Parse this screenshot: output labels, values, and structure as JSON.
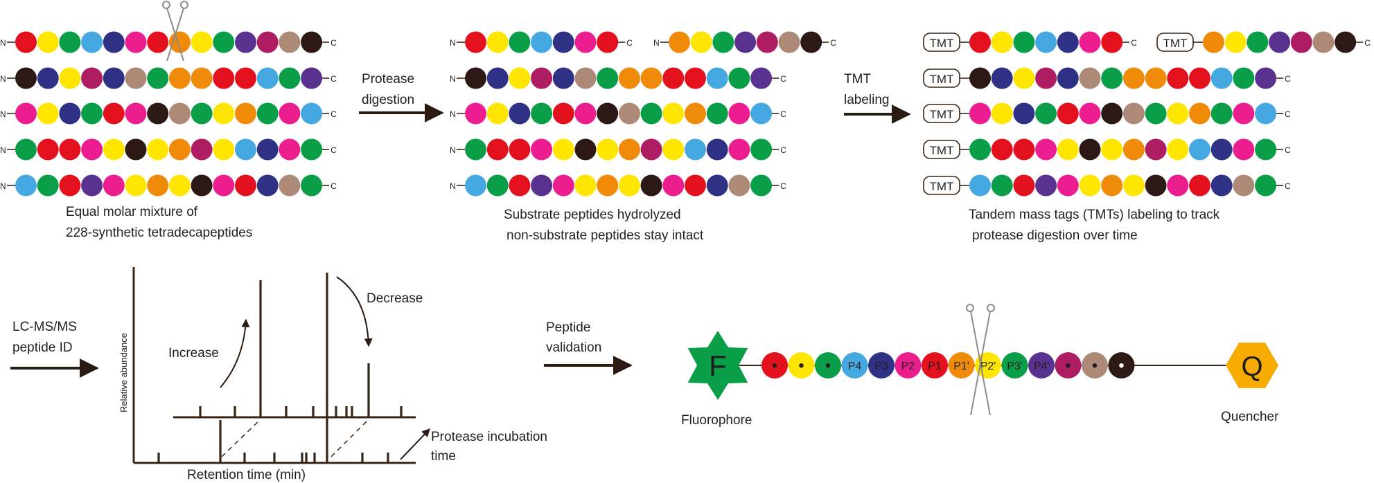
{
  "colors": {
    "R": "#e3101e",
    "Y": "#ffe600",
    "G": "#0a9e48",
    "B": "#45a8e1",
    "N": "#2f3184",
    "M": "#ec1d8e",
    "O": "#f08a09",
    "P": "#59318f",
    "C": "#ae1d62",
    "T": "#ad8a77",
    "K": "#2c1915"
  },
  "terminal_n": "N",
  "terminal_c": "C",
  "tmt_label": "TMT",
  "peptides": {
    "intact": [
      "RYGBNMROYGPCTK",
      "KNYCNTGOORRBGP",
      "MYNGRMKTGYOGMB",
      "GRRMYKYOCYBNMG",
      "BGRPMYOYKMRNTG"
    ],
    "digested_1": "RYGBNMR",
    "digested_2": "OYGPCTK"
  },
  "captions": {
    "s1_line1": "Equal molar mixture of",
    "s1_line2": "228-synthetic tetradecapeptides",
    "s2_line1": "Substrate peptides hydrolyzed",
    "s2_line2": "non-substrate peptides stay intact",
    "s3_line1": "Tandem mass tags (TMTs) labeling to track",
    "s3_line2": "protease digestion over time"
  },
  "arrows": {
    "protease_line1": "Protease",
    "protease_line2": "digestion",
    "tmt_line1": "TMT",
    "tmt_line2": "labeling",
    "lcms_line1": "LC-MS/MS",
    "lcms_line2": "peptide ID",
    "validation_line1": "Peptide",
    "validation_line2": "validation"
  },
  "spectrum": {
    "ylabel": "Relative abundance",
    "xlabel": "Retention time (min)",
    "increase": "Increase",
    "decrease": "Decrease",
    "incubation_line1": "Protease incubation",
    "incubation_line2": "time"
  },
  "probe": {
    "fluor_letter": "F",
    "quench_letter": "Q",
    "fluor_label": "Fluorophore",
    "quench_label": "Quencher",
    "fluor_color": "#0a9e48",
    "quench_color": "#f7aa00",
    "beads": [
      {
        "c": "R",
        "label": "•"
      },
      {
        "c": "Y",
        "label": "•"
      },
      {
        "c": "G",
        "label": "•"
      },
      {
        "c": "B",
        "label": "P4"
      },
      {
        "c": "N",
        "label": "P3"
      },
      {
        "c": "M",
        "label": "P2"
      },
      {
        "c": "R",
        "label": "P1"
      },
      {
        "c": "O",
        "label": "P1'"
      },
      {
        "c": "Y",
        "label": "P2'"
      },
      {
        "c": "G",
        "label": "P3'"
      },
      {
        "c": "P",
        "label": "P4'"
      },
      {
        "c": "C",
        "label": "•"
      },
      {
        "c": "T",
        "label": "•"
      },
      {
        "c": "K",
        "label": "•"
      }
    ]
  }
}
